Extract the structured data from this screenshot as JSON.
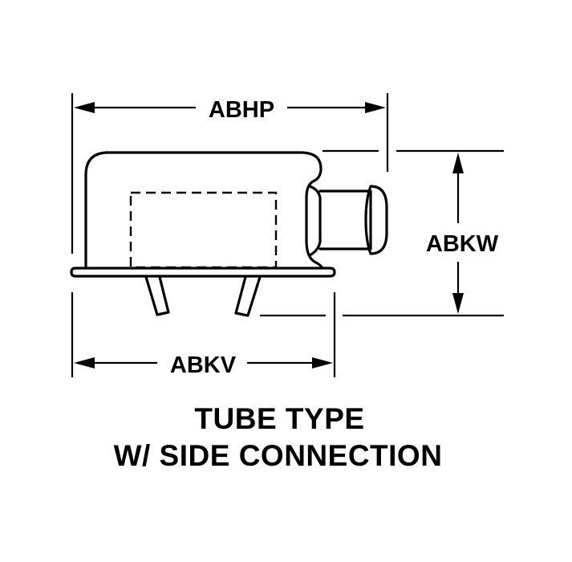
{
  "dimensions": {
    "top_width": "ABHP",
    "height": "ABKW",
    "base_width": "ABKV"
  },
  "caption": {
    "line1": "TUBE TYPE",
    "line2": "W/ SIDE CONNECTION"
  },
  "colors": {
    "ink": "#000000",
    "background": "#ffffff"
  }
}
